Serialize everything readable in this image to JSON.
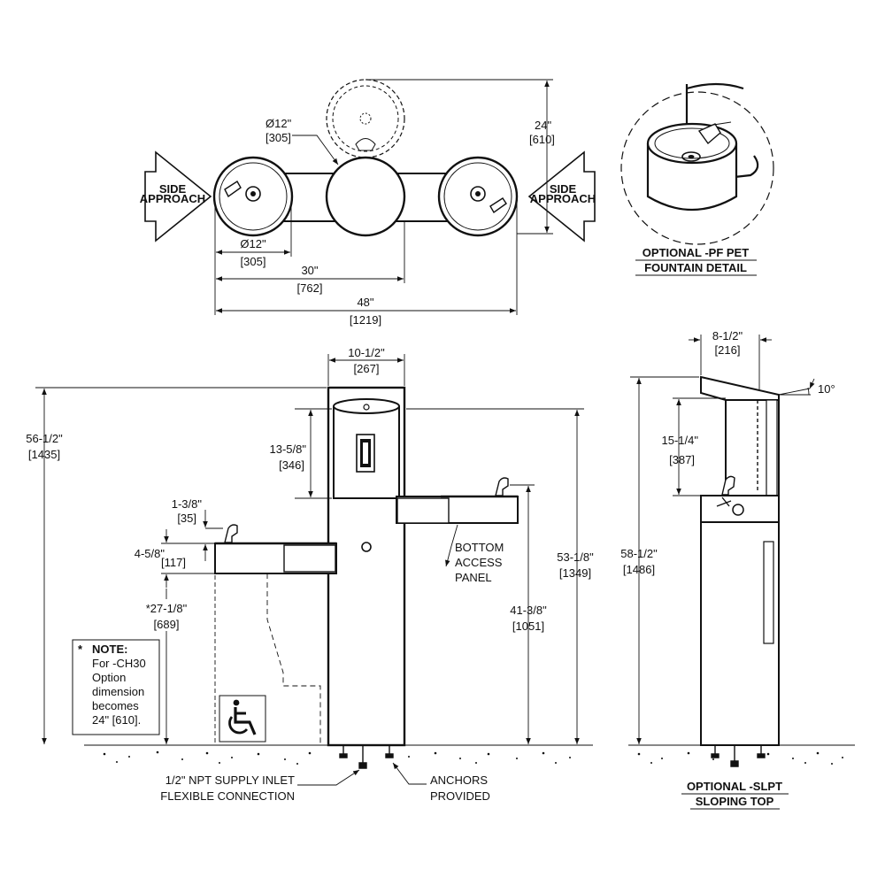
{
  "top_view": {
    "side_approach_left": [
      "SIDE",
      "APPROACH"
    ],
    "side_approach_right": [
      "SIDE",
      "APPROACH"
    ],
    "dia_center": "Ø12\"",
    "dia_center_mm": "[305]",
    "dia_left": "Ø12\"",
    "dia_left_mm": "[305]",
    "depth": "24\"",
    "depth_mm": "[610]",
    "width_30": "30\"",
    "width_30_mm": "[762]",
    "width_48": "48\"",
    "width_48_mm": "[1219]"
  },
  "pet_detail": {
    "title_line1": "OPTIONAL -PF PET",
    "title_line2": "FOUNTAIN DETAIL"
  },
  "front_view": {
    "tower_width": "10-1/2\"",
    "tower_width_mm": "[267]",
    "overall_height": "56-1/2\"",
    "overall_height_mm": "[1435]",
    "filler_height": "13-5/8\"",
    "filler_height_mm": "[346]",
    "spout_height": "1-3/8\"",
    "spout_height_mm": "[35]",
    "basin_height": "4-5/8\"",
    "basin_height_mm": "[117]",
    "knee_clearance": "*27-1/8\"",
    "knee_clearance_mm": "[689]",
    "high_bowl_top": "53-1/8\"",
    "high_bowl_top_mm": "[1349]",
    "high_bowl_bottom": "41-3/8\"",
    "high_bowl_bottom_mm": "[1051]",
    "bottom_access_panel": [
      "BOTTOM",
      "ACCESS",
      "PANEL"
    ],
    "note_star": "*",
    "note_title": "NOTE:",
    "note_lines": [
      "For -CH30",
      "Option",
      "dimension",
      "becomes",
      "24\" [610]."
    ],
    "supply_inlet": [
      "1/2\" NPT SUPPLY INLET",
      "FLEXIBLE CONNECTION"
    ],
    "anchors": [
      "ANCHORS",
      "PROVIDED"
    ]
  },
  "side_view": {
    "top_width": "8-1/2\"",
    "top_width_mm": "[216]",
    "slope_angle": "10°",
    "filler_height": "15-1/4\"",
    "filler_height_mm": "[387]",
    "overall_height": "58-1/2\"",
    "overall_height_mm": "[1486]",
    "title_line1": "OPTIONAL -SLPT",
    "title_line2": "SLOPING TOP"
  }
}
